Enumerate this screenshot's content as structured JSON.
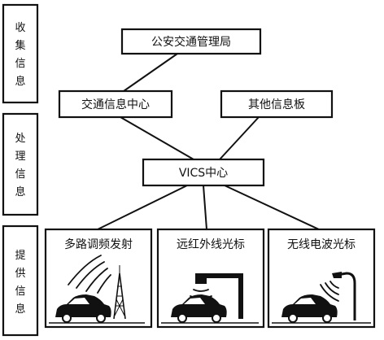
{
  "stages": [
    {
      "chars": [
        "收",
        "集",
        "信",
        "息"
      ]
    },
    {
      "chars": [
        "处",
        "理",
        "信",
        "息"
      ]
    },
    {
      "chars": [
        "提",
        "供",
        "信",
        "息"
      ]
    }
  ],
  "nodes": {
    "police": "公安交通管理局",
    "traffic_center": "交通信息中心",
    "other_boards": "其他信息板",
    "vics_center": "VICS中心",
    "fm_broadcast": "多路调频发射",
    "infrared_beacon": "远红外线光标",
    "radio_beacon": "无线电波光标"
  },
  "icons": {
    "fm_broadcast": "radio-tower-icon",
    "infrared_beacon": "infrared-beacon-icon",
    "radio_beacon": "radio-beacon-icon",
    "car": "car-icon"
  },
  "colors": {
    "ink": "#111111",
    "background": "#ffffff"
  }
}
